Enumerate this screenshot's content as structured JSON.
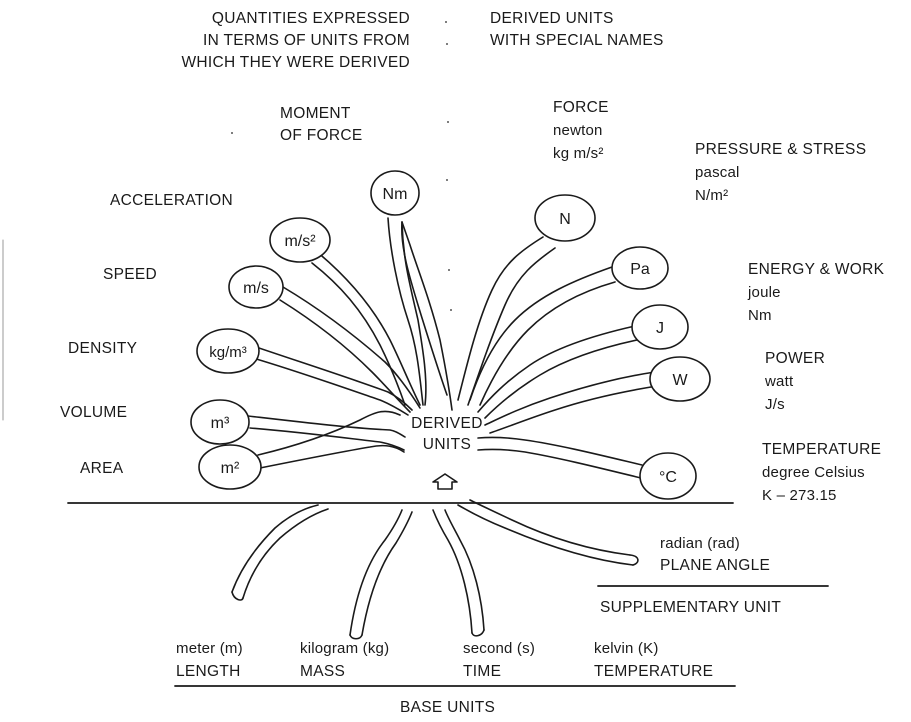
{
  "header": {
    "left": [
      "QUANTITIES EXPRESSED",
      "IN TERMS OF UNITS FROM",
      "WHICH THEY WERE DERIVED"
    ],
    "right": [
      "DERIVED UNITS",
      "WITH SPECIAL NAMES"
    ]
  },
  "left_quantities": {
    "moment": [
      "MOMENT",
      "OF FORCE"
    ],
    "acceleration": "ACCELERATION",
    "speed": "SPEED",
    "density": "DENSITY",
    "volume": "VOLUME",
    "area": "AREA"
  },
  "right_units": {
    "force": [
      "FORCE",
      "newton",
      "kg m/s²"
    ],
    "pressure": [
      "PRESSURE & STRESS",
      "pascal",
      "N/m²"
    ],
    "energy": [
      "ENERGY & WORK",
      "joule",
      "Nm"
    ],
    "power": [
      "POWER",
      "watt",
      "J/s"
    ],
    "temperature": [
      "TEMPERATURE",
      "degree Celsius",
      "K – 273.15"
    ]
  },
  "bubbles": {
    "nm": "Nm",
    "acc": "m/s²",
    "speed": "m/s",
    "density": "kg/m³",
    "volume": "m³",
    "area": "m²",
    "n": "N",
    "pa": "Pa",
    "j": "J",
    "w": "W",
    "c": "°C"
  },
  "trunk_label": [
    "DERIVED",
    "UNITS"
  ],
  "supplementary": {
    "unit": "radian (rad)",
    "quantity": "PLANE ANGLE",
    "title": "SUPPLEMENTARY UNIT"
  },
  "base_units": [
    {
      "unit": "meter (m)",
      "quantity": "LENGTH"
    },
    {
      "unit": "kilogram (kg)",
      "quantity": "MASS"
    },
    {
      "unit": "second (s)",
      "quantity": "TIME"
    },
    {
      "unit": "kelvin (K)",
      "quantity": "TEMPERATURE"
    }
  ],
  "base_title": "BASE UNITS"
}
